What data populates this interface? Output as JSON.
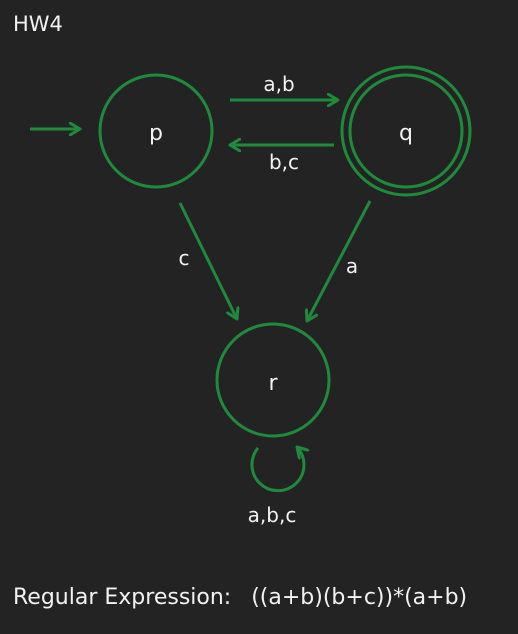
{
  "title": "HW4",
  "colors": {
    "background": "#232323",
    "stroke": "#1f8a3c",
    "text": "#f2f2f2"
  },
  "states": [
    {
      "id": "p",
      "label": "p",
      "start": true,
      "accepting": false
    },
    {
      "id": "q",
      "label": "q",
      "start": false,
      "accepting": true
    },
    {
      "id": "r",
      "label": "r",
      "start": false,
      "accepting": false
    }
  ],
  "transitions": [
    {
      "from": "p",
      "to": "q",
      "label": "a,b"
    },
    {
      "from": "q",
      "to": "p",
      "label": "b,c"
    },
    {
      "from": "p",
      "to": "r",
      "label": "c"
    },
    {
      "from": "q",
      "to": "r",
      "label": "a"
    },
    {
      "from": "r",
      "to": "r",
      "label": "a,b,c"
    }
  ],
  "regex": {
    "label": "Regular Expression:",
    "value": "((a+b)(b+c))*(a+b)"
  }
}
